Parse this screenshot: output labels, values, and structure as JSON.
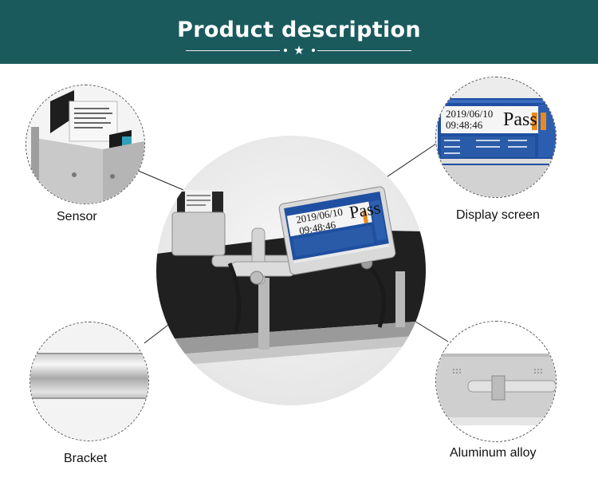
{
  "header": {
    "title": "Product description",
    "star": "★"
  },
  "features": {
    "sensor": {
      "label": "Sensor"
    },
    "display_screen": {
      "label": "Display screen"
    },
    "bracket": {
      "label": "Bracket"
    },
    "aluminum_alloy": {
      "label": "Aluminum alloy"
    }
  },
  "device_screen": {
    "date": "2019/06/10",
    "time": "09:48:46",
    "preview_text": "Pass"
  },
  "colors": {
    "banner": "#1a5a5d",
    "screen_blue": "#1f4fa0",
    "accent_orange": "#e98a1c"
  }
}
